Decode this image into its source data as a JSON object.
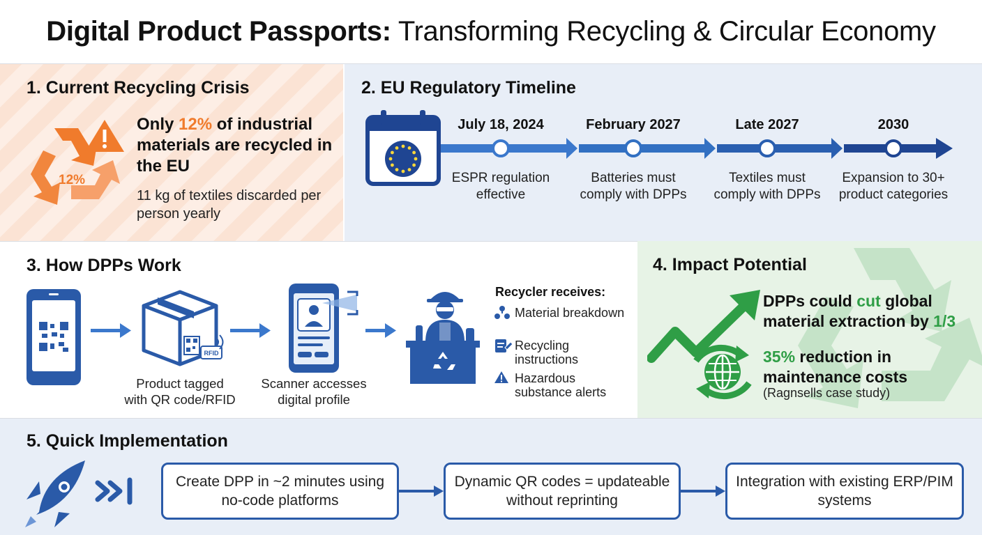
{
  "title": {
    "bold": "Digital Product Passports:",
    "rest": " Transforming Recycling & Circular Economy"
  },
  "panel1": {
    "title": "1. Current Recycling Crisis",
    "icon_label": "12%",
    "headline_pre": "Only ",
    "headline_pct": "12%",
    "headline_post": " of industrial materials are recycled in the EU",
    "sub": "11 kg of textiles discarded per person yearly",
    "icons": [
      "recycle-icon",
      "warning-icon"
    ],
    "accent": "#f07b2c"
  },
  "panel2": {
    "title": "2. EU Regulatory Timeline",
    "calendar_icon": "eu-calendar-icon",
    "milestones": [
      {
        "date": "July 18, 2024",
        "desc": "ESPR regulation effective"
      },
      {
        "date": "February 2027",
        "desc": "Batteries must comply with DPPs"
      },
      {
        "date": "Late 2027",
        "desc": "Textiles must comply with DPPs"
      },
      {
        "date": "2030",
        "desc": "Expansion to 30+ product categories"
      }
    ],
    "accent": "#2a5aa8"
  },
  "panel3": {
    "title": "3. How DPPs Work",
    "steps": [
      {
        "icon": "smartphone-qr-icon",
        "label": ""
      },
      {
        "icon": "package-rfid-icon",
        "label": "Product tagged with QR code/RFID",
        "rfid": "RFID"
      },
      {
        "icon": "scanner-phone-icon",
        "label": "Scanner accesses digital profile"
      },
      {
        "icon": "recycler-worker-icon",
        "label": ""
      }
    ],
    "receiver_title": "Recycler receives:",
    "receiver_items": [
      {
        "icon": "hierarchy-icon",
        "text": "Material breakdown"
      },
      {
        "icon": "document-edit-icon",
        "text": "Recycling instructions"
      },
      {
        "icon": "warning-icon",
        "text": "Hazardous substance alerts"
      }
    ]
  },
  "panel4": {
    "title": "4. Impact Potential",
    "head_pre": "DPPs could ",
    "head_cut": "cut",
    "head_mid": " global material extraction by ",
    "head_frac": "1/3",
    "stat_pct": "35%",
    "stat_rest": " reduction in maintenance costs",
    "note": "(Ragnsells case study)",
    "icons": [
      "trend-up-arrow-icon",
      "globe-cycle-icon"
    ],
    "accent": "#2f9e46"
  },
  "panel5": {
    "title": "5. Quick Implementation",
    "icons": [
      "rocket-icon",
      "fast-forward-icon"
    ],
    "steps": [
      "Create DPP in ~2 minutes using no-code platforms",
      "Dynamic QR codes = updateable without reprinting",
      "Integration with existing ERP/PIM systems"
    ]
  }
}
